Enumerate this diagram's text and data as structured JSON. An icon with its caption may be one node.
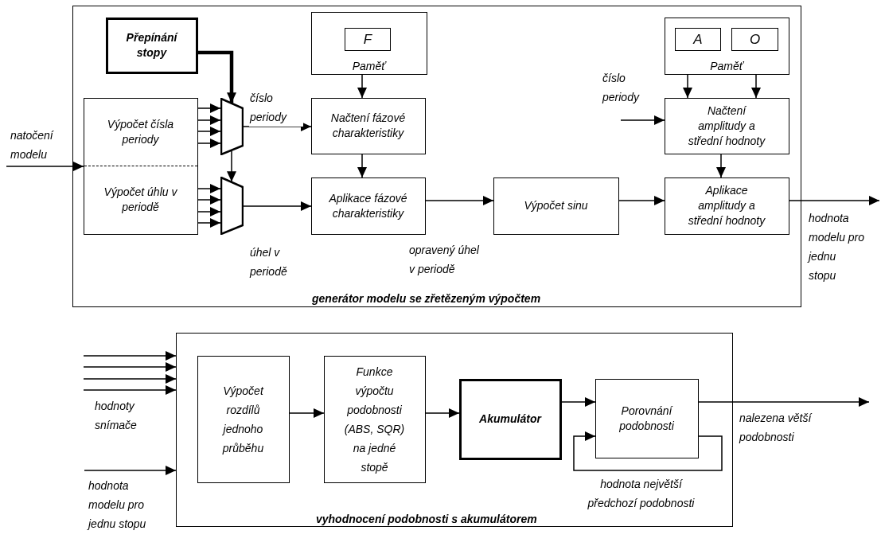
{
  "diagram": {
    "nodes": [
      {
        "text": [
          "generátor modelu se zřetězeným výpočtem"
        ]
      },
      {
        "text": [
          "Přepínání stopy"
        ],
        "in": 0
      },
      {
        "text": [
          "Výpočet čísla periody",
          "Výpočet úhlu v periodě"
        ],
        "in": 0
      },
      {
        "text": [],
        "shape": "trapezoid",
        "in": 0
      },
      {
        "text": [],
        "shape": "trapezoid",
        "in": 0
      },
      {
        "text": [
          "Paměť"
        ],
        "in": 0
      },
      {
        "text": [
          "F"
        ],
        "in": 5
      },
      {
        "text": [
          "Načtení fázové charakteristiky"
        ],
        "in": 0
      },
      {
        "text": [
          "Aplikace fázové charakteristiky"
        ],
        "in": 0
      },
      {
        "text": [
          "Výpočet sinu"
        ],
        "in": 0
      },
      {
        "text": [
          "Paměť"
        ],
        "in": 0
      },
      {
        "text": [
          "A"
        ],
        "in": 10
      },
      {
        "text": [
          "O"
        ],
        "in": 10
      },
      {
        "text": [
          "Načtení amplitudy a střední hodnoty"
        ],
        "in": 0
      },
      {
        "text": [
          "Aplikace amplitudy a střední hodnoty"
        ],
        "in": 0
      },
      {
        "text": [
          "vyhodnocení podobnosti s akumulátorem"
        ]
      },
      {
        "text": [
          "Výpočet rozdílů jednoho průběhu"
        ],
        "in": 15
      },
      {
        "text": [
          "Funkce výpočtu podobnosti (ABS, SQR) na jedné stopě"
        ],
        "in": 15
      },
      {
        "text": [
          "Akumulátor"
        ],
        "in": 15
      },
      {
        "text": [
          "Porovnání podobnosti"
        ],
        "in": 15
      }
    ],
    "edges": [
      {
        "from": null,
        "to": 2,
        "arrow": "to",
        "label": "natočení modelu"
      },
      {
        "from": 1,
        "to": 3,
        "arrow": "to",
        "style": "thick"
      },
      {
        "from": 2,
        "to": 3,
        "arrow": "to"
      },
      {
        "from": 2,
        "to": 3,
        "arrow": "to"
      },
      {
        "from": 2,
        "to": 3,
        "arrow": "to"
      },
      {
        "from": 2,
        "to": 3,
        "arrow": "to"
      },
      {
        "from": 2,
        "to": 4,
        "arrow": "to"
      },
      {
        "from": 2,
        "to": 4,
        "arrow": "to"
      },
      {
        "from": 2,
        "to": 4,
        "arrow": "to"
      },
      {
        "from": 2,
        "to": 4,
        "arrow": "to"
      },
      {
        "from": 3,
        "to": 4,
        "arrow": "to"
      },
      {
        "from": 3,
        "to": 7,
        "arrow": "to",
        "label": "číslo periody"
      },
      {
        "from": 4,
        "to": 8,
        "arrow": "to",
        "label": "úhel v periodě"
      },
      {
        "from": 5,
        "to": 7,
        "arrow": "to"
      },
      {
        "from": 7,
        "to": 8,
        "arrow": "to"
      },
      {
        "from": 8,
        "to": 9,
        "arrow": "to",
        "label": "opravený úhel v periodě"
      },
      {
        "from": 9,
        "to": 14,
        "arrow": "to"
      },
      {
        "from": 10,
        "to": 13,
        "arrow": "to"
      },
      {
        "from": 10,
        "to": 13,
        "arrow": "to"
      },
      {
        "from": null,
        "to": 13,
        "arrow": "to",
        "label": "číslo periody"
      },
      {
        "from": 13,
        "to": 14,
        "arrow": "to"
      },
      {
        "from": 14,
        "to": null,
        "arrow": "to",
        "label": "hodnota modelu pro jednu stopu"
      },
      {
        "from": null,
        "to": 15,
        "arrow": "to"
      },
      {
        "from": null,
        "to": 15,
        "arrow": "to"
      },
      {
        "from": null,
        "to": 15,
        "arrow": "to"
      },
      {
        "from": null,
        "to": 15,
        "arrow": "to",
        "label": "hodnoty snímače"
      },
      {
        "from": null,
        "to": 15,
        "arrow": "to",
        "label": "hodnota modelu pro jednu stopu"
      },
      {
        "from": 16,
        "to": 17,
        "arrow": "to"
      },
      {
        "from": 17,
        "to": 18,
        "arrow": "to"
      },
      {
        "from": 18,
        "to": 19,
        "arrow": "to"
      },
      {
        "from": 19,
        "to": null,
        "arrow": "to",
        "label": "nalezena větší podobnosti"
      },
      {
        "from": 19,
        "to": 19,
        "arrow": "to",
        "label": "hodnota největší předchozí podobnosti"
      }
    ]
  }
}
